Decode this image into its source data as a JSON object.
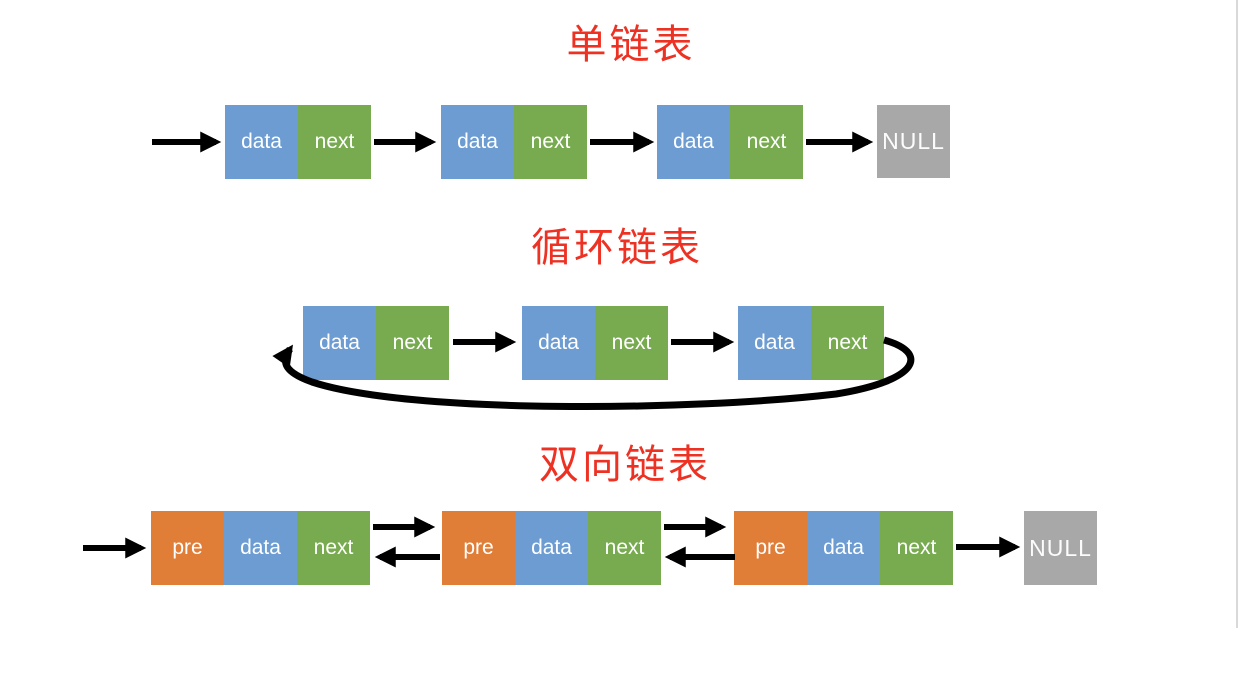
{
  "colors": {
    "title_red": "#ED3224",
    "data_blue": "#6C9CD2",
    "next_green": "#78AB50",
    "pre_orange": "#E07E38",
    "null_gray": "#A8A8A8",
    "arrow_black": "#000000"
  },
  "sections": [
    {
      "title": "单链表",
      "nodes": [
        [
          "data",
          "next"
        ],
        [
          "data",
          "next"
        ],
        [
          "data",
          "next"
        ]
      ],
      "terminator": "NULL"
    },
    {
      "title": "循环链表",
      "nodes": [
        [
          "data",
          "next"
        ],
        [
          "data",
          "next"
        ],
        [
          "data",
          "next"
        ]
      ]
    },
    {
      "title": "双向链表",
      "nodes": [
        [
          "pre",
          "data",
          "next"
        ],
        [
          "pre",
          "data",
          "next"
        ],
        [
          "pre",
          "data",
          "next"
        ]
      ],
      "terminator": "NULL"
    }
  ]
}
